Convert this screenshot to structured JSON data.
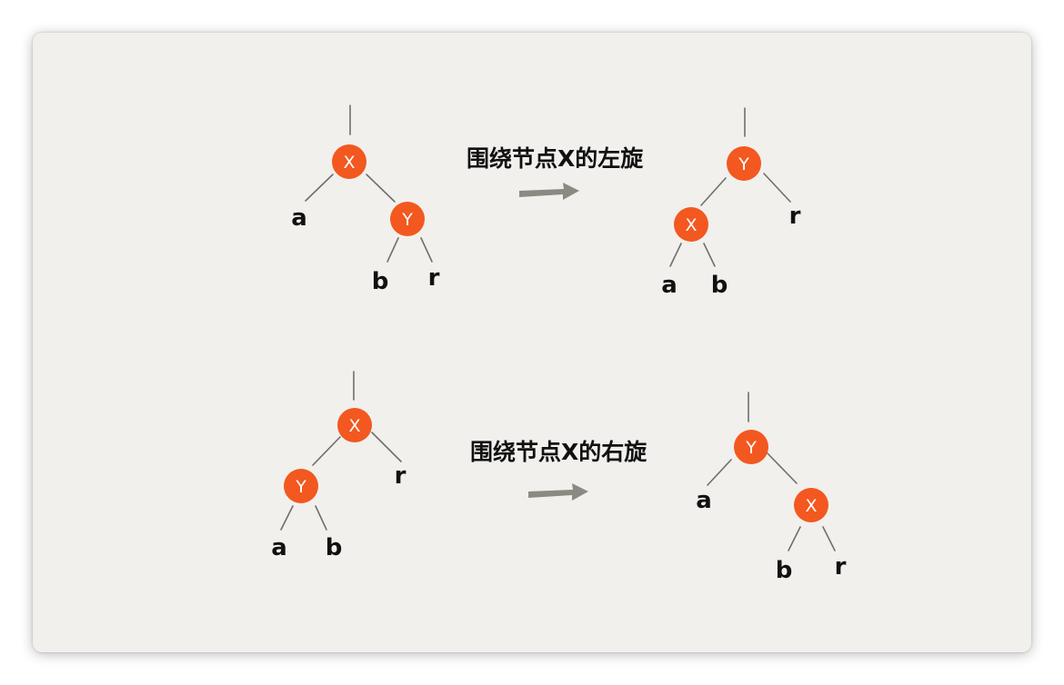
{
  "captions": {
    "left_rotation": "围绕节点X的左旋",
    "right_rotation": "围绕节点X的右旋"
  },
  "nodes": {
    "x": "X",
    "y": "Y"
  },
  "leaves": {
    "a": "a",
    "b": "b",
    "r": "r"
  },
  "colors": {
    "node_fill": "#f2581f",
    "edge": "#6f6f6f",
    "arrow": "#8a8a82",
    "background": "#f2f0ec"
  }
}
